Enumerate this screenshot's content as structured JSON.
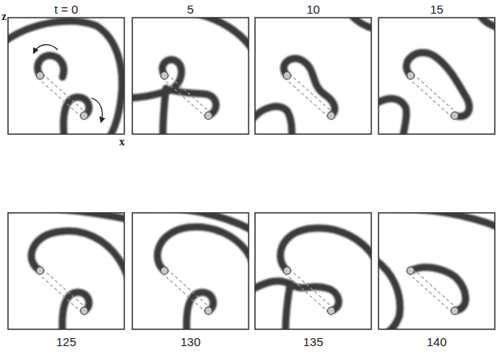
{
  "diagram": {
    "labels": [
      "t = 0",
      "5",
      "10",
      "15",
      "z",
      "x",
      "125",
      "130",
      "135",
      "140"
    ]
  }
}
